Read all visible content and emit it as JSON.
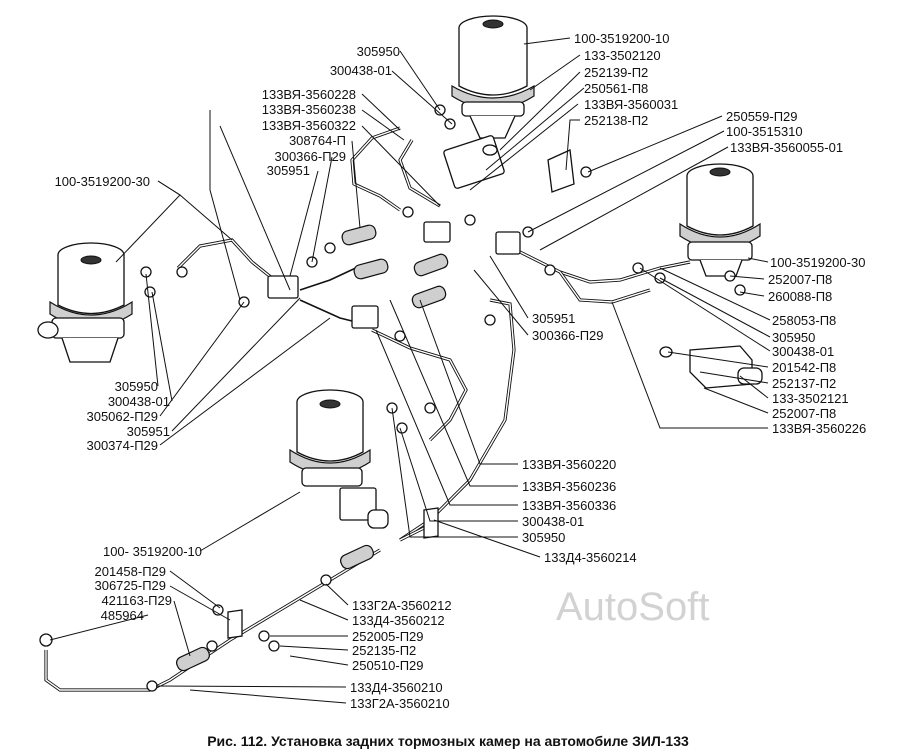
{
  "figure": {
    "caption": "Рис. 112. Установка задних тормозных камер на автомобиле ЗИЛ-133",
    "watermark": "AutoSoft"
  },
  "labels": [
    "305950",
    "300438-01",
    "133ВЯ-3560228",
    "133ВЯ-3560238",
    "133ВЯ-3560322",
    "308764-П",
    "300366-П29",
    "305951",
    "100-3519200-30",
    "100-3519200-10",
    "133-3502120",
    "252139-П2",
    "250561-П8",
    "133ВЯ-3560031",
    "252138-П2",
    "250559-П29",
    "100-3515310",
    "133ВЯ-3560055-01",
    "100-3519200-30",
    "252007-П8",
    "260088-П8",
    "305951",
    "300366-П29",
    "258053-П8",
    "305950",
    "300438-01",
    "201542-П8",
    "252137-П2",
    "133-3502121",
    "252007-П8",
    "133ВЯ-3560226",
    "305950",
    "300438-01",
    "305062-П29",
    "305951",
    "300374-П29",
    "133ВЯ-3560220",
    "133ВЯ-3560236",
    "133ВЯ-3560336",
    "300438-01",
    "305950",
    "133Д4-3560214",
    "100- 3519200-10",
    "201458-П29",
    "306725-П29",
    "421163-П29",
    "485964",
    "133Г2А-3560212",
    "133Д4-3560212",
    "252005-П29",
    "252135-П2",
    "250510-П29",
    "133Д4-3560210",
    "133Г2А-3560210"
  ]
}
